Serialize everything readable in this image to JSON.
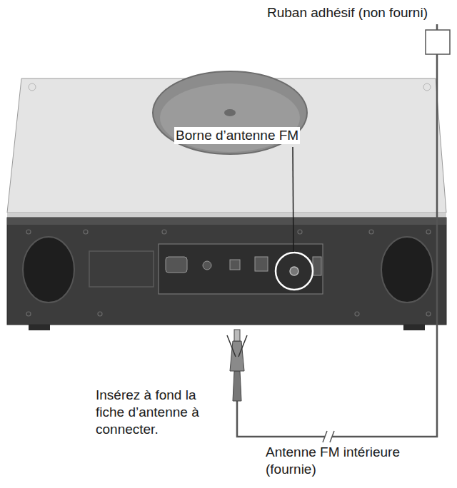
{
  "diagram": {
    "labels": [
      "Ruban adhésif (non fourni)",
      "Borne d’antenne FM",
      "Insérez à fond la fiche d’antenne à connecter.",
      "Antenne FM intérieure (fournie)"
    ]
  }
}
